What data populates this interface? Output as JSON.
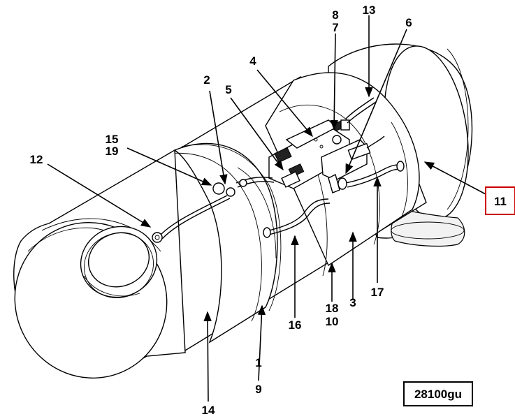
{
  "figure_id": "28100gu",
  "callouts": {
    "c1": "1",
    "c9": "9",
    "c2": "2",
    "c3": "3",
    "c4": "4",
    "c5": "5",
    "c6": "6",
    "c8": "8",
    "c7": "7",
    "c10": "10",
    "c18": "18",
    "c11": "11",
    "c12": "12",
    "c13": "13",
    "c14": "14",
    "c15": "15",
    "c19": "19",
    "c16": "16",
    "c17": "17"
  },
  "highlight_color": "#cc0000"
}
